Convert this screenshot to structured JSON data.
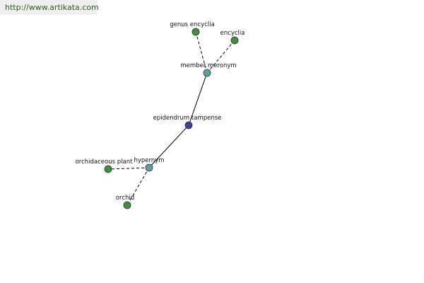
{
  "site": {
    "url": "http://www.artikata.com"
  },
  "graph": {
    "colors": {
      "center": "#3f3f98",
      "relation": "#5aa0a0",
      "leaf": "#3f8f3f",
      "edge": "#000000"
    },
    "nodes": [
      {
        "id": "center",
        "label": "epidendrum tampense",
        "kind": "center"
      },
      {
        "id": "member-meronym",
        "label": "member meronym",
        "kind": "relation"
      },
      {
        "id": "hypernym",
        "label": "hypernym",
        "kind": "relation"
      },
      {
        "id": "genus-encyclia",
        "label": "genus encyclia",
        "kind": "leaf"
      },
      {
        "id": "encyclia",
        "label": "encyclia",
        "kind": "leaf"
      },
      {
        "id": "orchidaceous-plant",
        "label": "orchidaceous plant",
        "kind": "leaf"
      },
      {
        "id": "orchid",
        "label": "orchid",
        "kind": "leaf"
      }
    ],
    "edges": [
      {
        "from": "center",
        "to": "member-meronym",
        "style": "solid"
      },
      {
        "from": "center",
        "to": "hypernym",
        "style": "solid"
      },
      {
        "from": "member-meronym",
        "to": "genus-encyclia",
        "style": "dashed"
      },
      {
        "from": "member-meronym",
        "to": "encyclia",
        "style": "dashed"
      },
      {
        "from": "hypernym",
        "to": "orchidaceous-plant",
        "style": "dashed"
      },
      {
        "from": "hypernym",
        "to": "orchid",
        "style": "dashed"
      }
    ]
  }
}
